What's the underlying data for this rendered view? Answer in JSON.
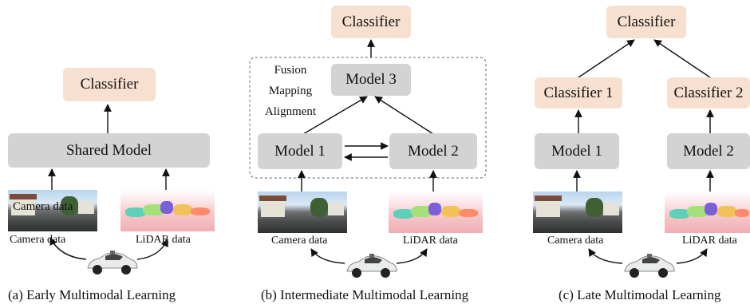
{
  "panels": {
    "early": {
      "caption": "(a) Early Multimodal Learning",
      "classifier": "Classifier",
      "shared_model": "Shared Model",
      "overlay_text": "Camera data",
      "camera_label": "Camera data",
      "lidar_label": "LiDAR data"
    },
    "intermediate": {
      "caption": "(b) Intermediate Multimodal Learning",
      "classifier": "Classifier",
      "model3": "Model 3",
      "model1": "Model 1",
      "model2": "Model 2",
      "fusion_lines": [
        "Fusion",
        "Mapping",
        "Alignment"
      ],
      "camera_label": "Camera data",
      "lidar_label": "LiDAR data"
    },
    "late": {
      "caption": "(c) Late Multimodal Learning",
      "classifier": "Classifier",
      "classifier1": "Classifier 1",
      "classifier2": "Classifier 2",
      "model1": "Model 1",
      "model2": "Model 2",
      "camera_label": "Camera data",
      "lidar_label": "LiDAR data"
    }
  },
  "colors": {
    "model_box": "#d3d3d3",
    "classifier_box": "#f8e0d0",
    "arrow": "#111111"
  }
}
